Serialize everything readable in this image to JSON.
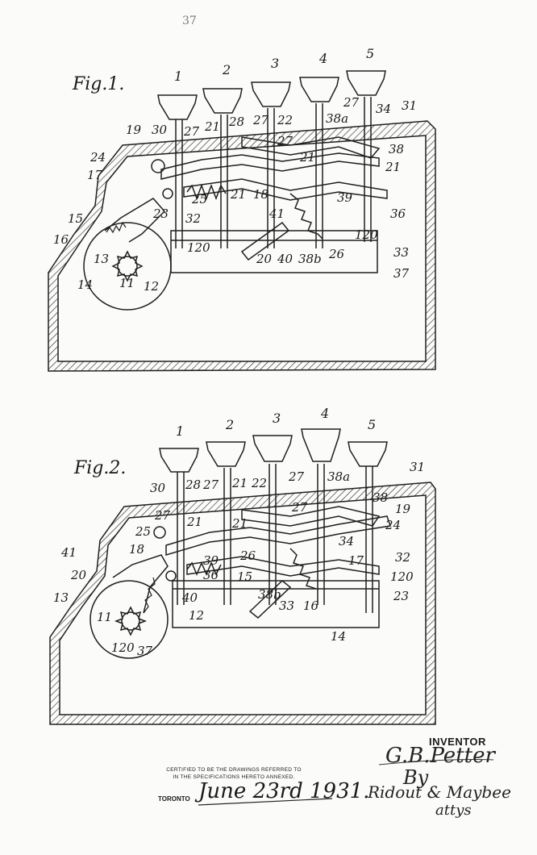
{
  "sheet": {
    "corner_mark": "37",
    "figures": [
      {
        "title": "Fig.1.",
        "key_numbers": [
          "1",
          "2",
          "3",
          "4",
          "5"
        ],
        "labels": [
          "19",
          "30",
          "27",
          "21",
          "28",
          "27",
          "22",
          "38a",
          "27",
          "34",
          "31",
          "24",
          "17",
          "25",
          "21",
          "18",
          "27",
          "21",
          "38",
          "21",
          "15",
          "16",
          "23",
          "32",
          "41",
          "39",
          "36",
          "120",
          "120",
          "20",
          "40",
          "38b",
          "26",
          "33",
          "37",
          "13",
          "11",
          "12",
          "14"
        ]
      },
      {
        "title": "Fig.2.",
        "key_numbers": [
          "1",
          "2",
          "3",
          "4",
          "5"
        ],
        "labels": [
          "30",
          "28",
          "27",
          "21",
          "22",
          "27",
          "38a",
          "31",
          "27",
          "21",
          "21",
          "27",
          "38",
          "19",
          "24",
          "25",
          "18",
          "39",
          "26",
          "34",
          "17",
          "32",
          "41",
          "36",
          "15",
          "120",
          "20",
          "40",
          "38b",
          "33",
          "16",
          "23",
          "13",
          "12",
          "11",
          "120",
          "37",
          "14"
        ]
      }
    ],
    "certification": {
      "line1": "CERTIFIED TO BE THE DRAWINGS REFERRED TO",
      "line2": "IN THE SPECIFICATIONS HERETO ANNEXED.",
      "city": "TORONTO",
      "date": "June 23rd 1931."
    },
    "inventor": {
      "heading": "INVENTOR",
      "name": "G.B.Petter",
      "by": "By",
      "attorneys": "Ridout & Maybee",
      "attys": "attys"
    }
  }
}
